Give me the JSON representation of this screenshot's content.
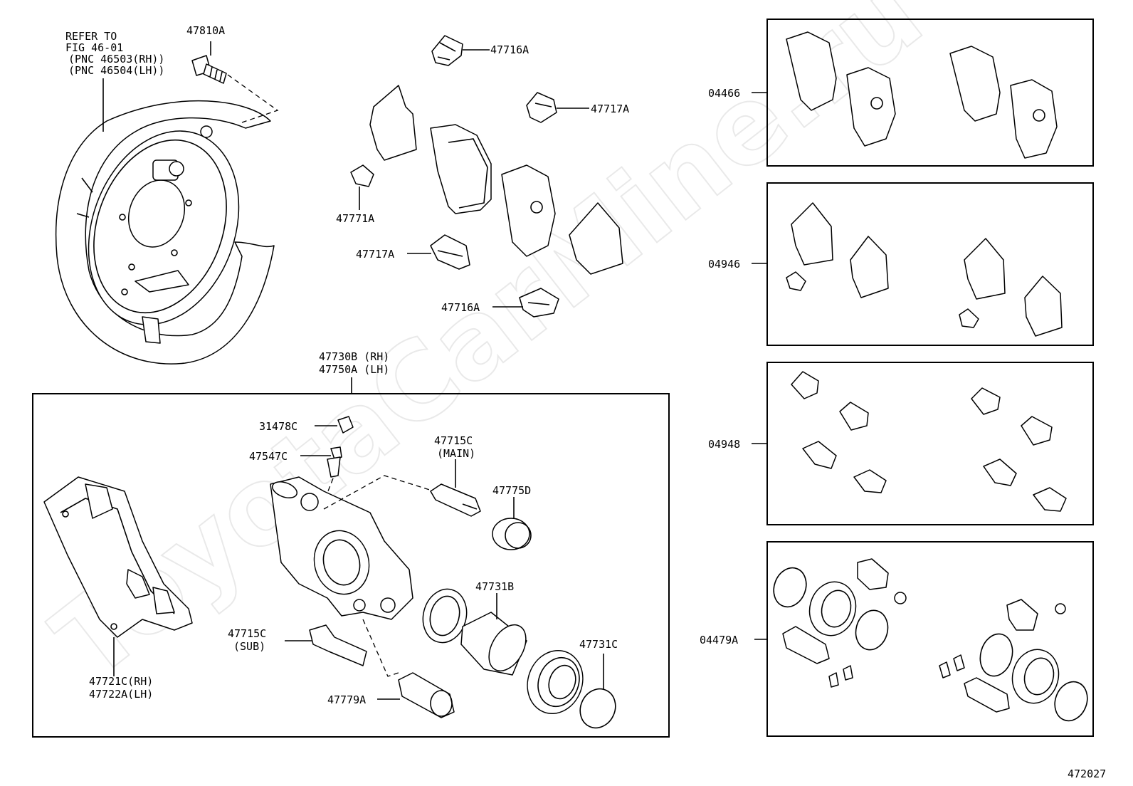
{
  "watermark": "ToyotaCarMine.ru",
  "diagram_code": "472027",
  "refer_note": {
    "line1": "REFER TO",
    "line2": "FIG 46-01",
    "line3": "(PNC 46503(RH))",
    "line4": "(PNC 46504(LH))"
  },
  "parts": {
    "bolt": "47810A",
    "clip_top": "47716A",
    "spring_top": "47717A",
    "clip_small": "47771A",
    "spring_mid": "47717A",
    "clip_bottom": "47716A",
    "caliper_rh": "47730B (RH)",
    "caliper_lh": "47750A (LH)",
    "cap": "31478C",
    "bleeder": "47547C",
    "pin_main": "47715C",
    "pin_main_note": "(MAIN)",
    "boot_d": "47775D",
    "piston": "47731B",
    "pin_sub": "47715C",
    "pin_sub_note": "(SUB)",
    "seal": "47731C",
    "boot_a": "47779A",
    "mount_rh": "47721C(RH)",
    "mount_lh": "47722A(LH)"
  },
  "kits": [
    {
      "code": "04466"
    },
    {
      "code": "04946"
    },
    {
      "code": "04948"
    },
    {
      "code": "04479A"
    }
  ]
}
